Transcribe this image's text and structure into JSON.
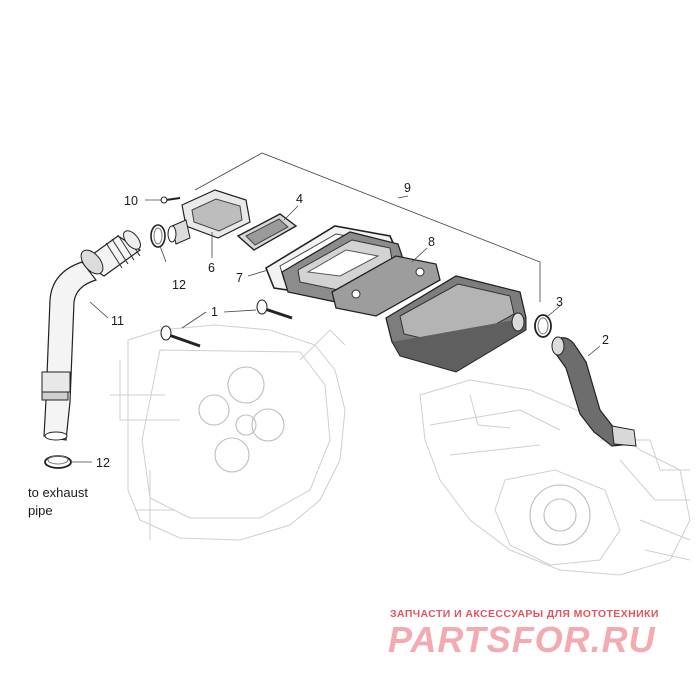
{
  "callouts": {
    "c1": "1",
    "c2": "2",
    "c3": "3",
    "c4": "4",
    "c6": "6",
    "c7": "7",
    "c8": "8",
    "c9": "9",
    "c10": "10",
    "c11": "11",
    "c12a": "12",
    "c12b": "12"
  },
  "note": {
    "line1": "to exhaust",
    "line2": "pipe"
  },
  "watermark": {
    "tagline": "ЗАПЧАСТИ И АКСЕССУАРЫ ДЛЯ МОТОТЕХНИКИ",
    "logo": "PARTSFOR.RU"
  },
  "colors": {
    "line": "#222222",
    "ghost": "#cfcfcf",
    "part_fill": "#8c8c8c",
    "watermark_text": "#e05560",
    "watermark_logo": "#f3aab0"
  }
}
